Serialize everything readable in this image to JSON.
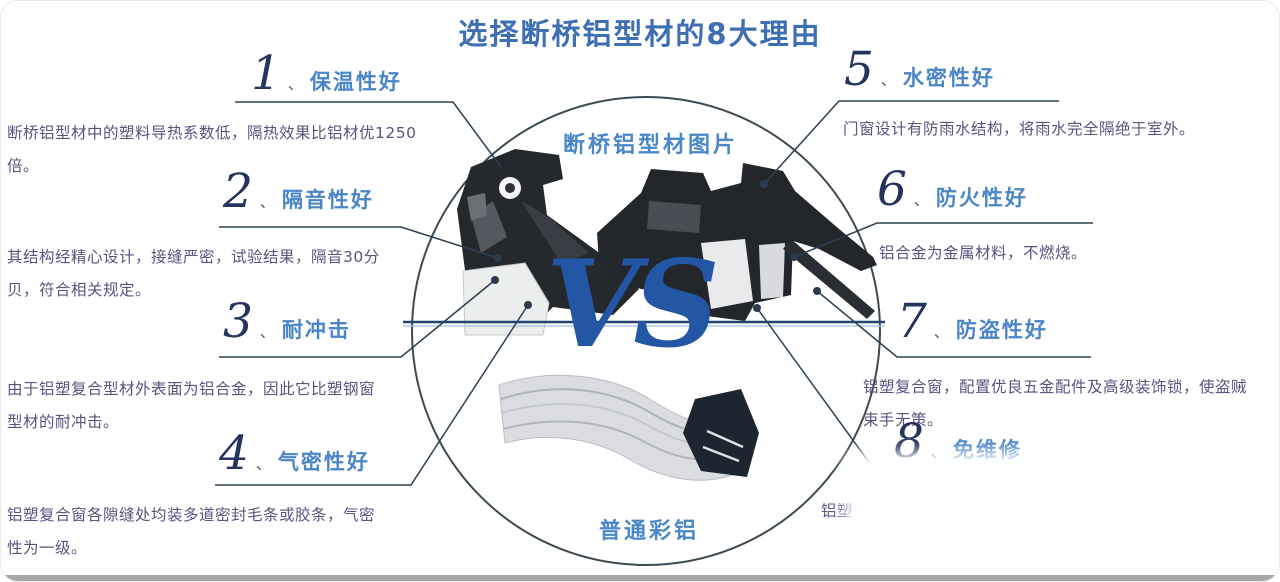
{
  "title": "选择断桥铝型材的8大理由",
  "center": {
    "top_label": "断桥铝型材图片",
    "vs": "VS",
    "bottom_label": "普通彩铝"
  },
  "reasons": [
    {
      "num": "1",
      "sep": "、",
      "label": "保温性好",
      "desc": "断桥铝型材中的塑料导热系数低，隔热效果比铝材优1250倍。"
    },
    {
      "num": "2",
      "sep": "、",
      "label": "隔音性好",
      "desc": "其结构经精心设计，接缝严密，试验结果，隔音30分贝，符合相关规定。"
    },
    {
      "num": "3",
      "sep": "、",
      "label": "耐冲击",
      "desc": "由于铝塑复合型材外表面为铝合金，因此它比塑钢窗型材的耐冲击。"
    },
    {
      "num": "4",
      "sep": "、",
      "label": "气密性好",
      "desc": "铝塑复合窗各隙缝处均装多道密封毛条或胶条，气密性为一级。"
    },
    {
      "num": "5",
      "sep": "、",
      "label": "水密性好",
      "desc": "门窗设计有防雨水结构，将雨水完全隔绝于室外。"
    },
    {
      "num": "6",
      "sep": "、",
      "label": "防火性好",
      "desc": "铝合金为金属材料，不燃烧。"
    },
    {
      "num": "7",
      "sep": "、",
      "label": "防盗性好",
      "desc": "铝塑复合窗，配置优良五金配件及高级装饰锁，使盗贼束手无策。"
    },
    {
      "num": "8",
      "sep": "、",
      "label": "免维修",
      "desc": "铝塑"
    }
  ],
  "colors": {
    "title_blue": "#3e6fb3",
    "heading_blue": "#4a85c7",
    "number_navy": "#25345f",
    "body_text_purple": "#5b5280",
    "leader_line": "#2c4054",
    "vs_blue": "#2356a4",
    "circle_stroke": "#3c4a52",
    "bottom_bar_gray": "#a7a7a7"
  }
}
